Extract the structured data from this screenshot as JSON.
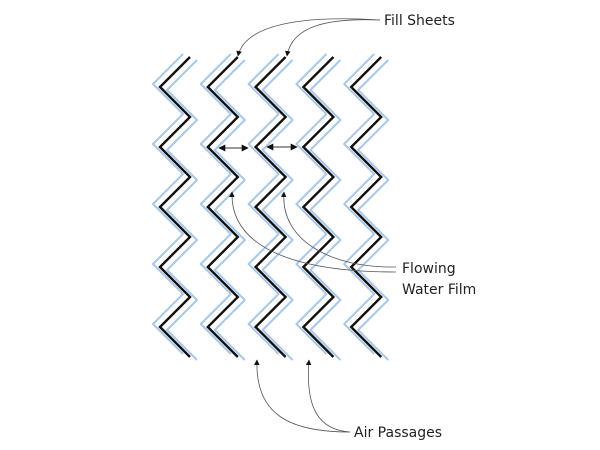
{
  "diagram": {
    "labels": {
      "fill_sheets": "Fill Sheets",
      "flowing_water_film_line1": "Flowing",
      "flowing_water_film_line2": "Water Film",
      "air_passages": "Air Passages"
    },
    "sheet_count": 5,
    "colors": {
      "sheet": "#111111",
      "water_film": "#a9c8e8",
      "leader": "#555555"
    }
  }
}
